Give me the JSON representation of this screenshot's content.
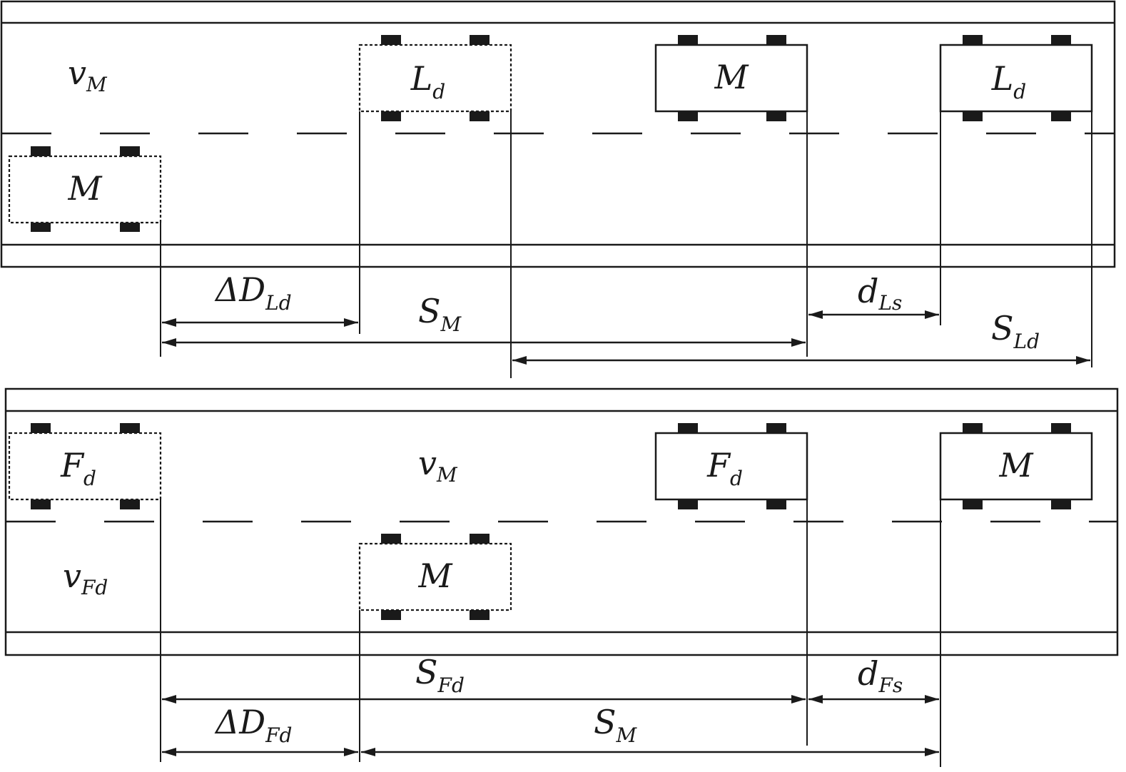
{
  "scene_top": {
    "speed_label": {
      "main": "v",
      "sub": "M"
    },
    "cars": [
      {
        "id": "merging-car",
        "main": "M",
        "sub": ""
      },
      {
        "id": "lead-desired-start",
        "main": "L",
        "sub": "d"
      },
      {
        "id": "merging-car-target",
        "main": "M",
        "sub": ""
      },
      {
        "id": "lead-desired-end",
        "main": "L",
        "sub": "d"
      }
    ],
    "dimensions": [
      {
        "id": "delta-d-ld",
        "main": "ΔD",
        "sub": "Ld"
      },
      {
        "id": "s-m",
        "main": "S",
        "sub": "M"
      },
      {
        "id": "d-ls",
        "main": "d",
        "sub": "Ls"
      },
      {
        "id": "s-ld",
        "main": "S",
        "sub": "Ld"
      }
    ]
  },
  "scene_bottom": {
    "speed_labels": [
      {
        "id": "v-m",
        "main": "v",
        "sub": "M"
      },
      {
        "id": "v-fd",
        "main": "v",
        "sub": "Fd"
      }
    ],
    "cars": [
      {
        "id": "follow-desired-start",
        "main": "F",
        "sub": "d"
      },
      {
        "id": "merging-car",
        "main": "M",
        "sub": ""
      },
      {
        "id": "follow-desired-end",
        "main": "F",
        "sub": "d"
      },
      {
        "id": "merging-car-target",
        "main": "M",
        "sub": ""
      }
    ],
    "dimensions": [
      {
        "id": "s-fd",
        "main": "S",
        "sub": "Fd"
      },
      {
        "id": "d-fs",
        "main": "d",
        "sub": "Fs"
      },
      {
        "id": "delta-d-fd",
        "main": "ΔD",
        "sub": "Fd"
      },
      {
        "id": "s-m",
        "main": "S",
        "sub": "M"
      }
    ]
  },
  "colors": {
    "ink": "#1a1a1a",
    "background": "#ffffff"
  }
}
